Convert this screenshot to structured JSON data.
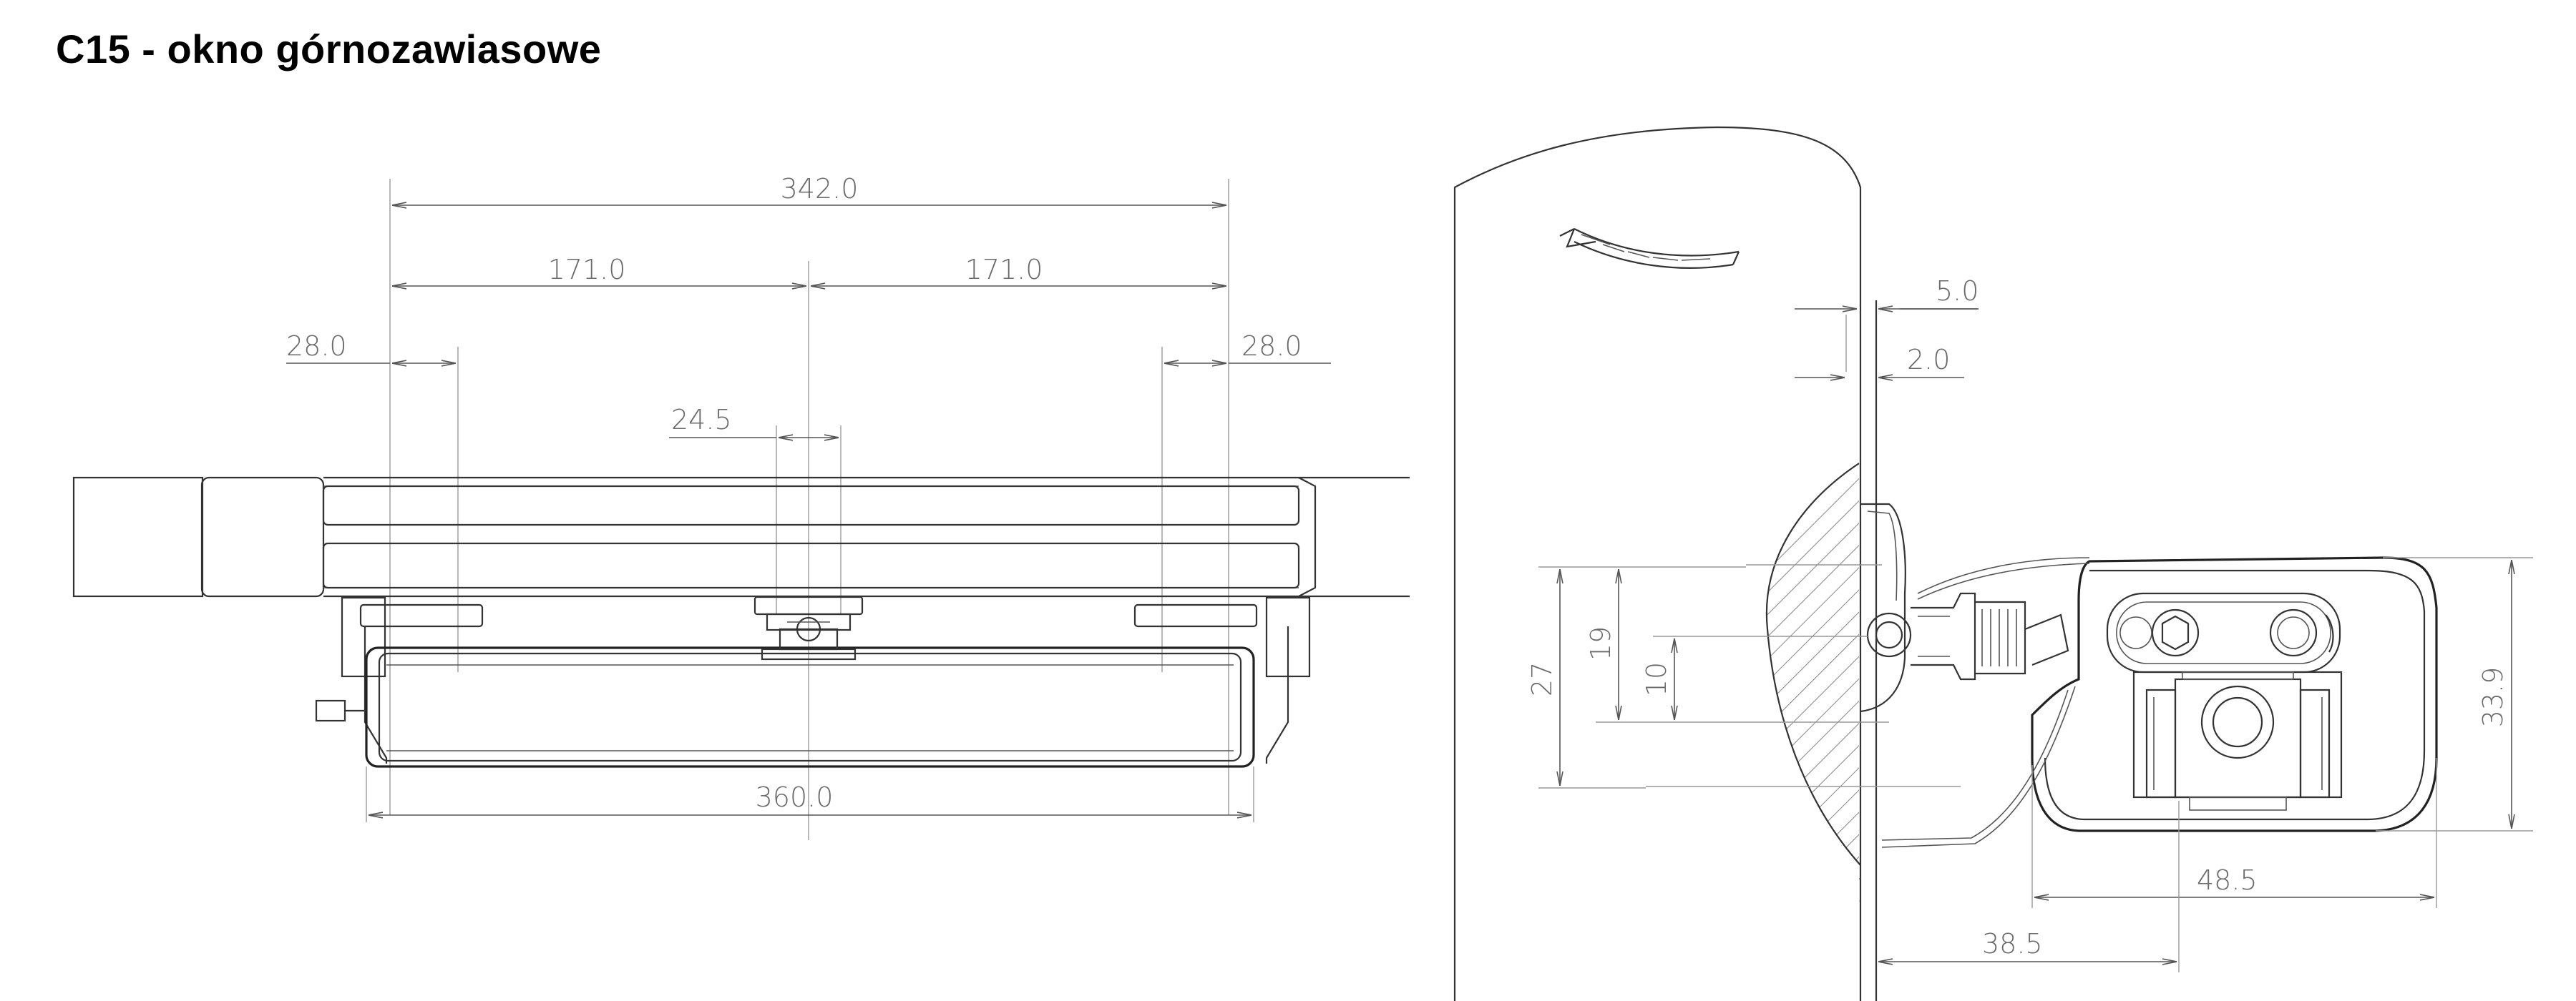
{
  "title": "C15 - okno górnozawiasowe",
  "front_view": {
    "dim_overall_top": "342.0",
    "dim_half_left": "171.0",
    "dim_half_right": "171.0",
    "dim_edge_left": "28.0",
    "dim_edge_right": "28.0",
    "dim_center": "24.5",
    "dim_overall_bottom": "360.0"
  },
  "side_view": {
    "dim_gap_top": "5.0",
    "dim_gap_small": "2.0",
    "dim_height_27": "27",
    "dim_height_19": "19",
    "dim_height_10": "10",
    "dim_height_339": "33.9",
    "dim_width_485": "48.5",
    "dim_width_385": "38.5"
  },
  "colors": {
    "line": "#333333",
    "text": "#6a6a6a",
    "background": "#ffffff"
  }
}
